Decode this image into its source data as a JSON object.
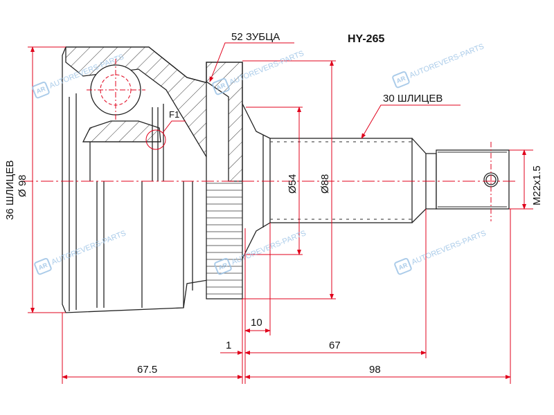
{
  "title": "HY-265",
  "labels": {
    "teeth": "52 ЗУБЦА",
    "shaft_splines": "30 ШЛИЦЕВ",
    "inner_splines": "36 ШЛИЦЕВ",
    "outer_dia": "Ø 98",
    "dia54": "Ø54",
    "dia88": "Ø88",
    "thread": "M22x1.5",
    "f1": "F1"
  },
  "dimensions": {
    "d10": "10",
    "d1": "1",
    "d67": "67",
    "d67_5": "67.5",
    "d98": "98"
  },
  "watermark": "AUTOREVERS-PARTS",
  "colors": {
    "dim": "#e0001b",
    "line": "#222222",
    "watermark": "#9cc3e6"
  }
}
